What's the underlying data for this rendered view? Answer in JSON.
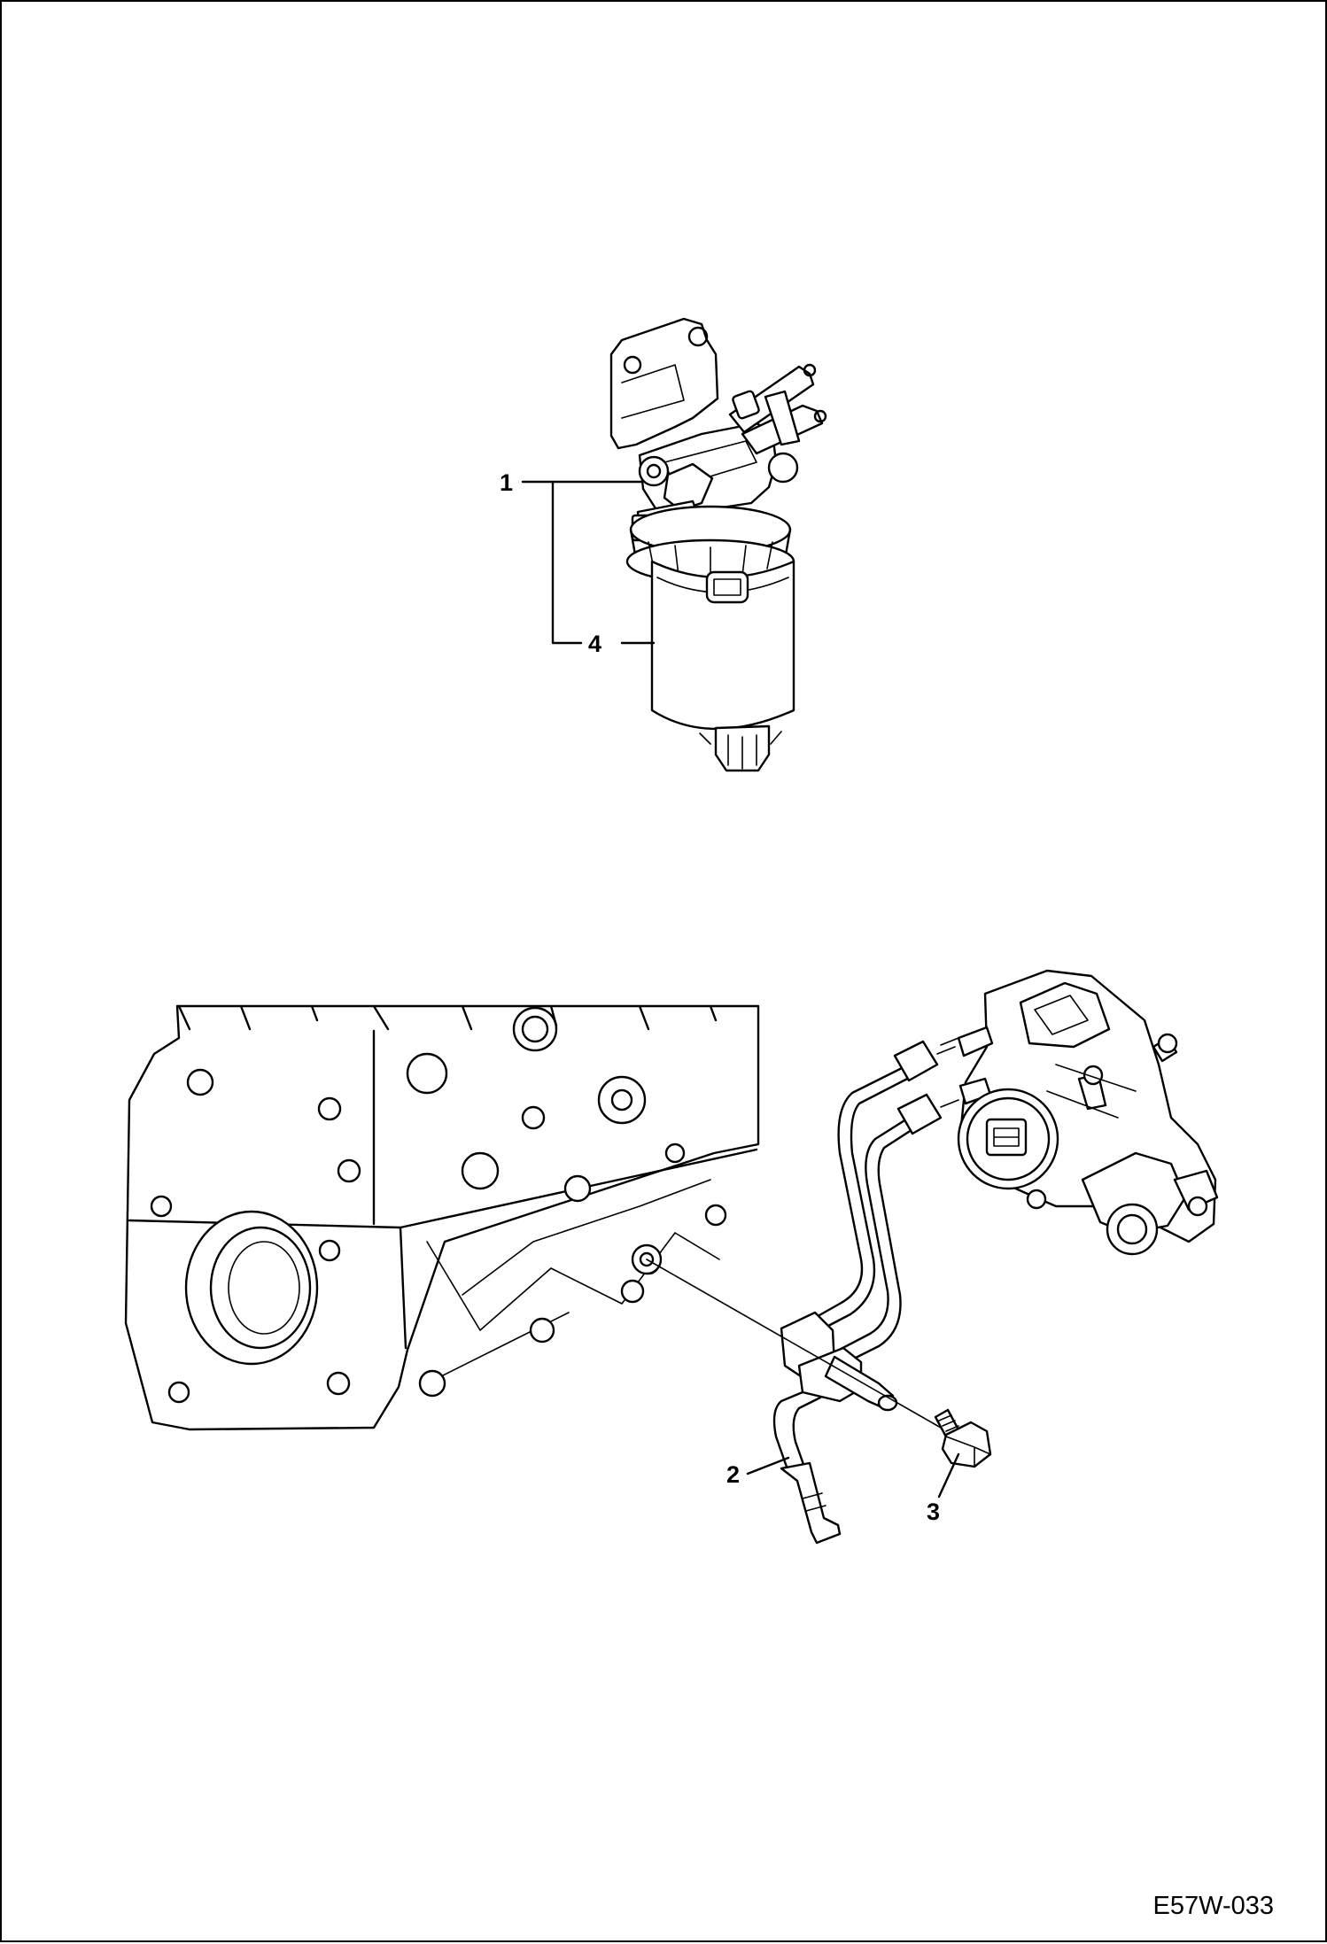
{
  "callouts": [
    {
      "id": "1",
      "label": "1"
    },
    {
      "id": "4",
      "label": "4"
    },
    {
      "id": "2",
      "label": "2"
    },
    {
      "id": "3",
      "label": "3"
    }
  ],
  "drawing_ref": "E57W-033"
}
